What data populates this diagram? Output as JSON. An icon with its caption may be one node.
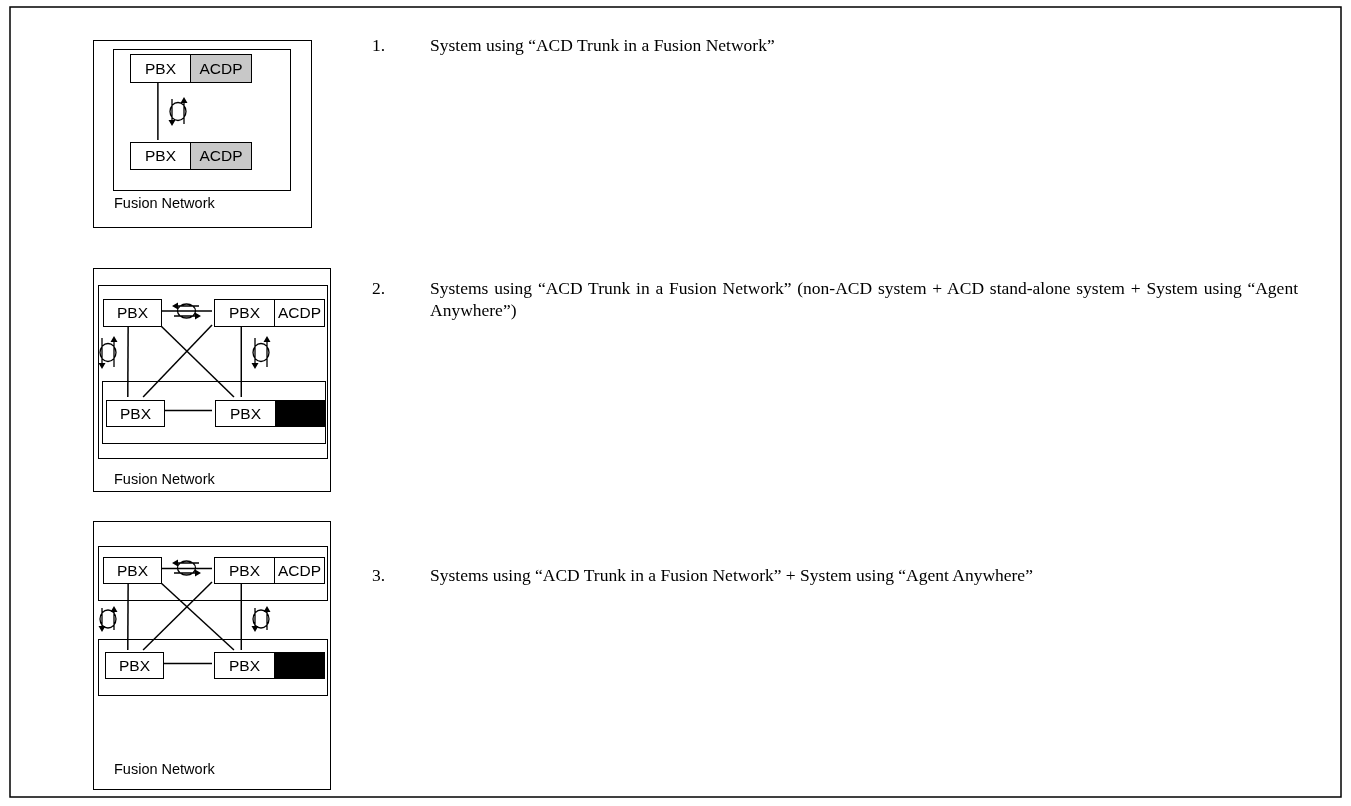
{
  "diagram": {
    "nodes": [
      {
        "text": [
          "Fusion Network"
        ]
      },
      {
        "text": [],
        "shape": "box",
        "in": 0
      },
      {
        "text": [
          "PBX"
        ],
        "in": 1
      },
      {
        "text": [
          "ACDP"
        ],
        "in": 1
      },
      {
        "text": [
          "PBX"
        ],
        "in": 1
      },
      {
        "text": [
          "ACDP"
        ],
        "in": 1
      },
      {
        "text": [
          "Fusion Network"
        ]
      },
      {
        "text": [],
        "shape": "box",
        "in": 6
      },
      {
        "text": [
          "PBX"
        ],
        "in": 7
      },
      {
        "text": [
          "PBX"
        ],
        "in": 7
      },
      {
        "text": [
          "ACDP"
        ],
        "in": 7
      },
      {
        "text": [],
        "shape": "box",
        "in": 7
      },
      {
        "text": [
          "PBX"
        ],
        "in": 11
      },
      {
        "text": [
          "PBX"
        ],
        "in": 11
      },
      {
        "text": [],
        "shape": "box",
        "in": 11
      },
      {
        "text": [
          "Fusion Network"
        ]
      },
      {
        "text": [],
        "shape": "box",
        "in": 15
      },
      {
        "text": [
          "PBX"
        ],
        "in": 16
      },
      {
        "text": [
          "PBX"
        ],
        "in": 16
      },
      {
        "text": [
          "ACDP"
        ],
        "in": 16
      },
      {
        "text": [],
        "shape": "box",
        "in": 15
      },
      {
        "text": [
          "PBX"
        ],
        "in": 20
      },
      {
        "text": [
          "PBX"
        ],
        "in": 20
      },
      {
        "text": [],
        "shape": "box",
        "in": 20
      }
    ],
    "edges": [
      {
        "from": 2,
        "to": 4,
        "arrow": "none"
      },
      {
        "from": 8,
        "to": 9,
        "arrow": "none"
      },
      {
        "from": 8,
        "to": 12,
        "arrow": "none"
      },
      {
        "from": 9,
        "to": 13,
        "arrow": "none"
      },
      {
        "from": 8,
        "to": 13,
        "arrow": "none"
      },
      {
        "from": 9,
        "to": 12,
        "arrow": "none"
      },
      {
        "from": 12,
        "to": 13,
        "arrow": "none"
      },
      {
        "from": 17,
        "to": 18,
        "arrow": "none"
      },
      {
        "from": 17,
        "to": 21,
        "arrow": "none"
      },
      {
        "from": 18,
        "to": 22,
        "arrow": "none"
      },
      {
        "from": 17,
        "to": 22,
        "arrow": "none"
      },
      {
        "from": 18,
        "to": 21,
        "arrow": "none"
      },
      {
        "from": 21,
        "to": 22,
        "arrow": "none"
      }
    ],
    "labels": [
      "1.",
      "System using “ACD Trunk in a Fusion Network”",
      "2.",
      "Systems using “ACD Trunk in a Fusion Network” (non-ACD system + ACD stand-alone system + System using “Agent Anywhere”)",
      "3.",
      "Systems using “ACD Trunk in a Fusion Network” + System using “Agent Anywhere”"
    ]
  }
}
